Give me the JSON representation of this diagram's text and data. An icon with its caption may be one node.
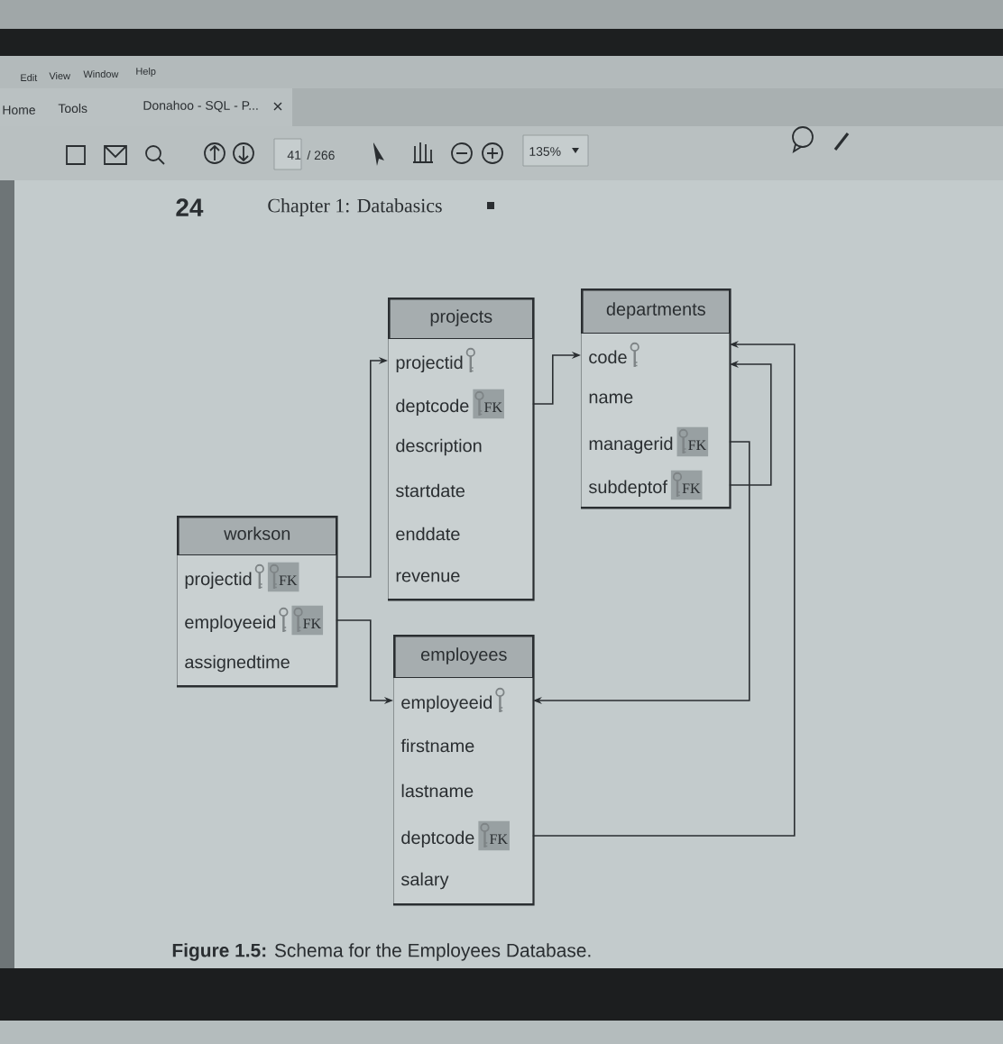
{
  "diagram": {
    "caption": "**Figure 1.5:** Schema for the Employees Database.",
    "nodes": [
      {
        "text": [
          "projects"
        ]
      },
      {
        "text": [
          "projectid"
        ],
        "in": 0
      },
      {
        "text": [
          "deptcode",
          "FK"
        ],
        "in": 0
      },
      {
        "text": [
          "description"
        ],
        "in": 0
      },
      {
        "text": [
          "startdate"
        ],
        "in": 0
      },
      {
        "text": [
          "enddate"
        ],
        "in": 0
      },
      {
        "text": [
          "revenue"
        ],
        "in": 0
      },
      {
        "text": [
          "departments"
        ]
      },
      {
        "text": [
          "code"
        ],
        "in": 7
      },
      {
        "text": [
          "name"
        ],
        "in": 7
      },
      {
        "text": [
          "managerid",
          "FK"
        ],
        "in": 7
      },
      {
        "text": [
          "subdeptof",
          "FK"
        ],
        "in": 7
      },
      {
        "text": [
          "workson"
        ]
      },
      {
        "text": [
          "projectid",
          "FK"
        ],
        "in": 12
      },
      {
        "text": [
          "employeeid",
          "FK"
        ],
        "in": 12
      },
      {
        "text": [
          "assignedtime"
        ],
        "in": 12
      },
      {
        "text": [
          "employees"
        ]
      },
      {
        "text": [
          "employeeid"
        ],
        "in": 16
      },
      {
        "text": [
          "firstname"
        ],
        "in": 16
      },
      {
        "text": [
          "lastname"
        ],
        "in": 16
      },
      {
        "text": [
          "deptcode",
          "FK"
        ],
        "in": 16
      },
      {
        "text": [
          "salary"
        ],
        "in": 16
      }
    ],
    "edges": [
      {
        "from": 13,
        "to": 1,
        "arrow": "to"
      },
      {
        "from": 2,
        "to": 8,
        "arrow": "to"
      },
      {
        "from": 14,
        "to": 17,
        "arrow": "to"
      },
      {
        "from": 10,
        "to": 17,
        "arrow": "to"
      },
      {
        "from": 11,
        "to": 8,
        "arrow": "to"
      },
      {
        "from": 20,
        "to": 8,
        "arrow": "to"
      }
    ],
    "labels": [
      "Edit",
      "View",
      "Window",
      "Help",
      "Home",
      "Tools",
      "Donahoo - SQL - P...",
      "41",
      "/ 266",
      "135%",
      "24",
      "Chapter 1: Databasics"
    ]
  }
}
